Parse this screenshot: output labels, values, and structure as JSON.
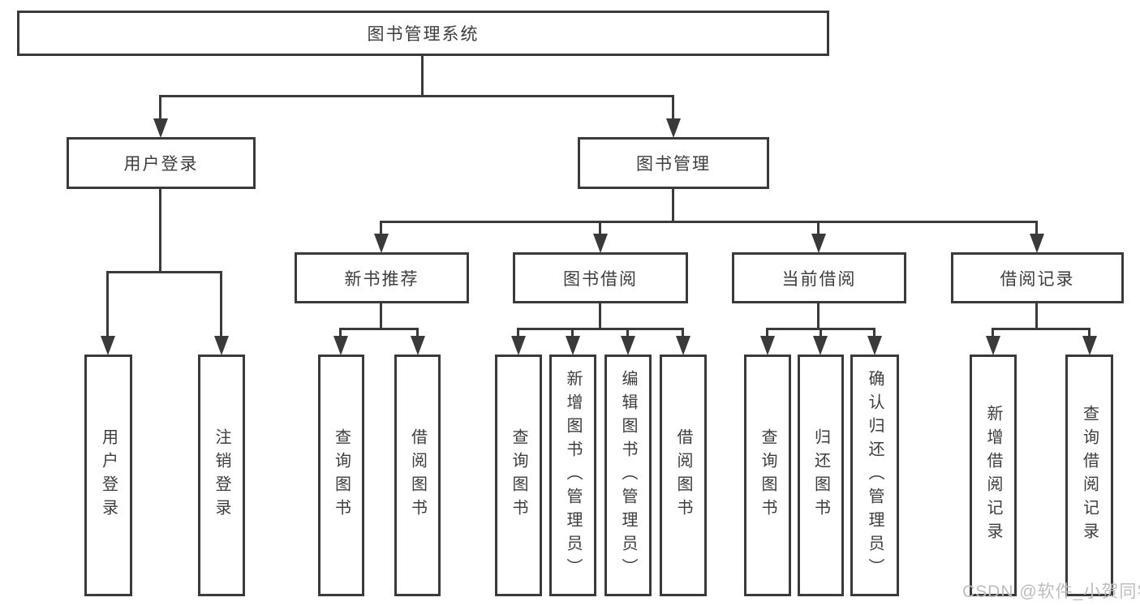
{
  "tree": {
    "label": "图书管理系统",
    "children": [
      {
        "label": "用户登录",
        "children": [
          {
            "label": "用户登录"
          },
          {
            "label": "注销登录"
          }
        ]
      },
      {
        "label": "图书管理",
        "children": [
          {
            "label": "新书推荐",
            "children": [
              {
                "label": "查询图书"
              },
              {
                "label": "借阅图书"
              }
            ]
          },
          {
            "label": "图书借阅",
            "children": [
              {
                "label": "查询图书"
              },
              {
                "label": "新增图书（管理员）"
              },
              {
                "label": "编辑图书（管理员）"
              },
              {
                "label": "借阅图书"
              }
            ]
          },
          {
            "label": "当前借阅",
            "children": [
              {
                "label": "查询图书"
              },
              {
                "label": "归还图书"
              },
              {
                "label": "确认归还（管理员）"
              }
            ]
          },
          {
            "label": "借阅记录",
            "children": [
              {
                "label": "新增借阅记录"
              },
              {
                "label": "查询借阅记录"
              }
            ]
          }
        ]
      }
    ]
  },
  "watermark": "CSDN @软件_小贺同学",
  "colors": {
    "line": "#3a3a3a",
    "text": "#3d3d3d",
    "watermark": "#bdbdbd",
    "box_bg": "#ffffff"
  }
}
